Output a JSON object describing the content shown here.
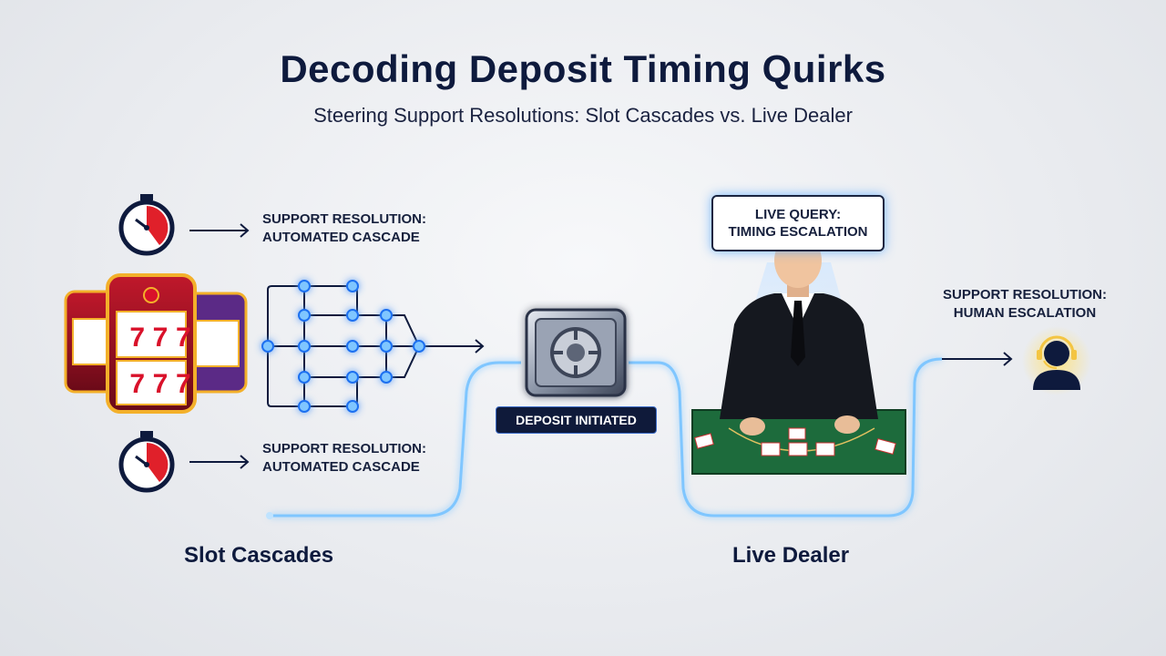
{
  "header": {
    "title": "Decoding Deposit Timing Quirks",
    "subtitle": "Steering Support Resolutions: Slot Cascades vs. Live Dealer"
  },
  "slot_side": {
    "top_resolution": [
      "SUPPORT RESOLUTION:",
      "AUTOMATED CASCADE"
    ],
    "bottom_resolution": [
      "SUPPORT RESOLUTION:",
      "AUTOMATED CASCADE"
    ],
    "section_label": "Slot Cascades",
    "reel_symbol": "7"
  },
  "center": {
    "deposit_label": "DEPOSIT INITIATED"
  },
  "live_side": {
    "bubble": [
      "LIVE QUERY:",
      "TIMING ESCALATION"
    ],
    "resolution": [
      "SUPPORT RESOLUTION:",
      "HUMAN ESCALATION"
    ],
    "section_label": "Live Dealer"
  },
  "colors": {
    "navy": "#0e1a3d",
    "glow_blue": "#5fb4ff",
    "timer_red": "#e0202a",
    "table_green": "#1d6b3c",
    "headset_gold": "#f4c542"
  }
}
